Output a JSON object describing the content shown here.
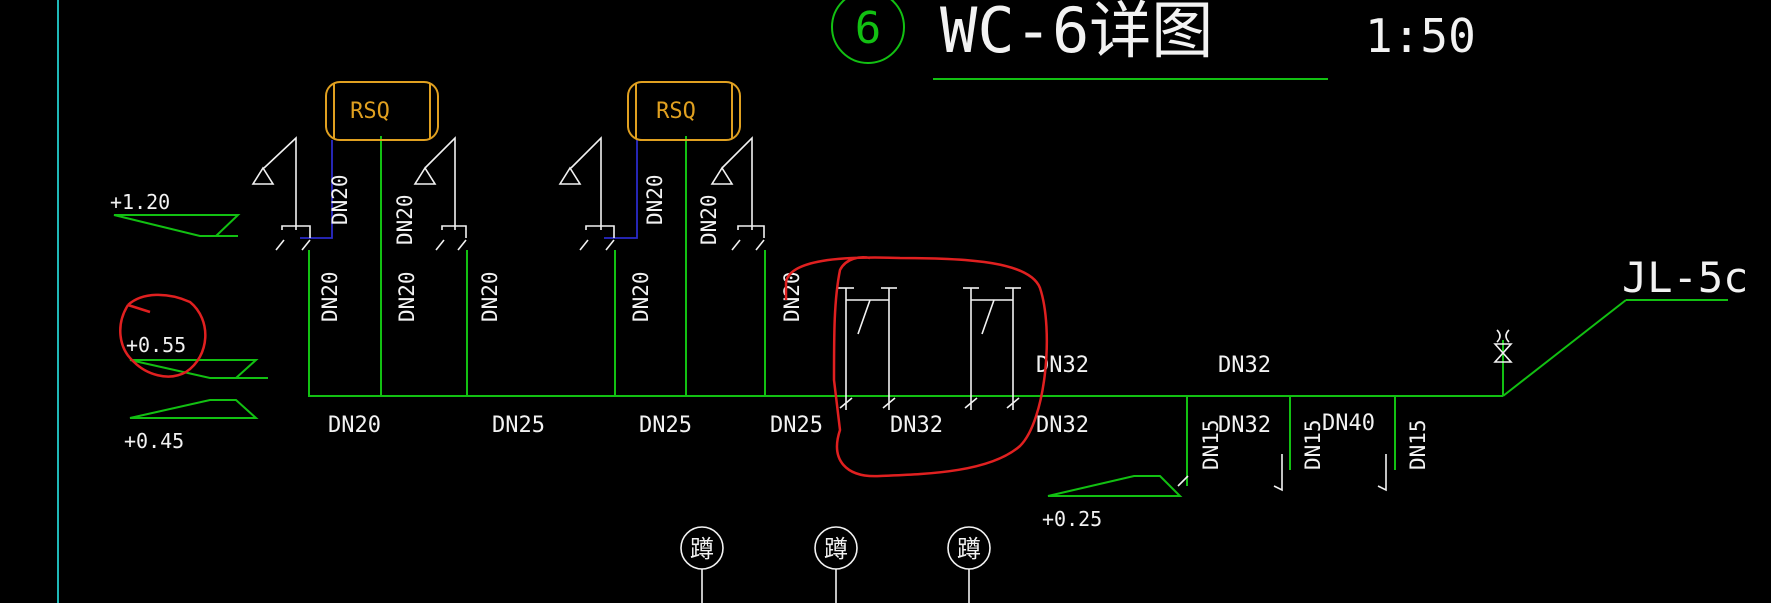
{
  "title": {
    "number": "6",
    "text": "WC-6详图",
    "scale": "1:50"
  },
  "riser": "JL-5c",
  "tanks": [
    "RSQ",
    "RSQ"
  ],
  "levels": [
    "+1.20",
    "+0.55",
    "+0.45",
    "+0.25"
  ],
  "horizontal_labels": [
    "DN20",
    "DN25",
    "DN25",
    "DN25",
    "DN32",
    "DN32",
    "DN32",
    "DN32",
    "DN40",
    "DN32"
  ],
  "vertical_labels": [
    "DN20",
    "DN20",
    "DN20",
    "DN20",
    "DN20",
    "DN20",
    "DN20",
    "DN20",
    "DN20",
    "DN15",
    "DN15",
    "DN15"
  ],
  "fixtures": [
    "蹲",
    "蹲",
    "蹲"
  ],
  "colors": {
    "pipe": "#12c012",
    "lines": "#f2f2f2",
    "tank": "#e0a020",
    "markup": "#e02020",
    "hot_pipe": "#2a2ac8"
  }
}
